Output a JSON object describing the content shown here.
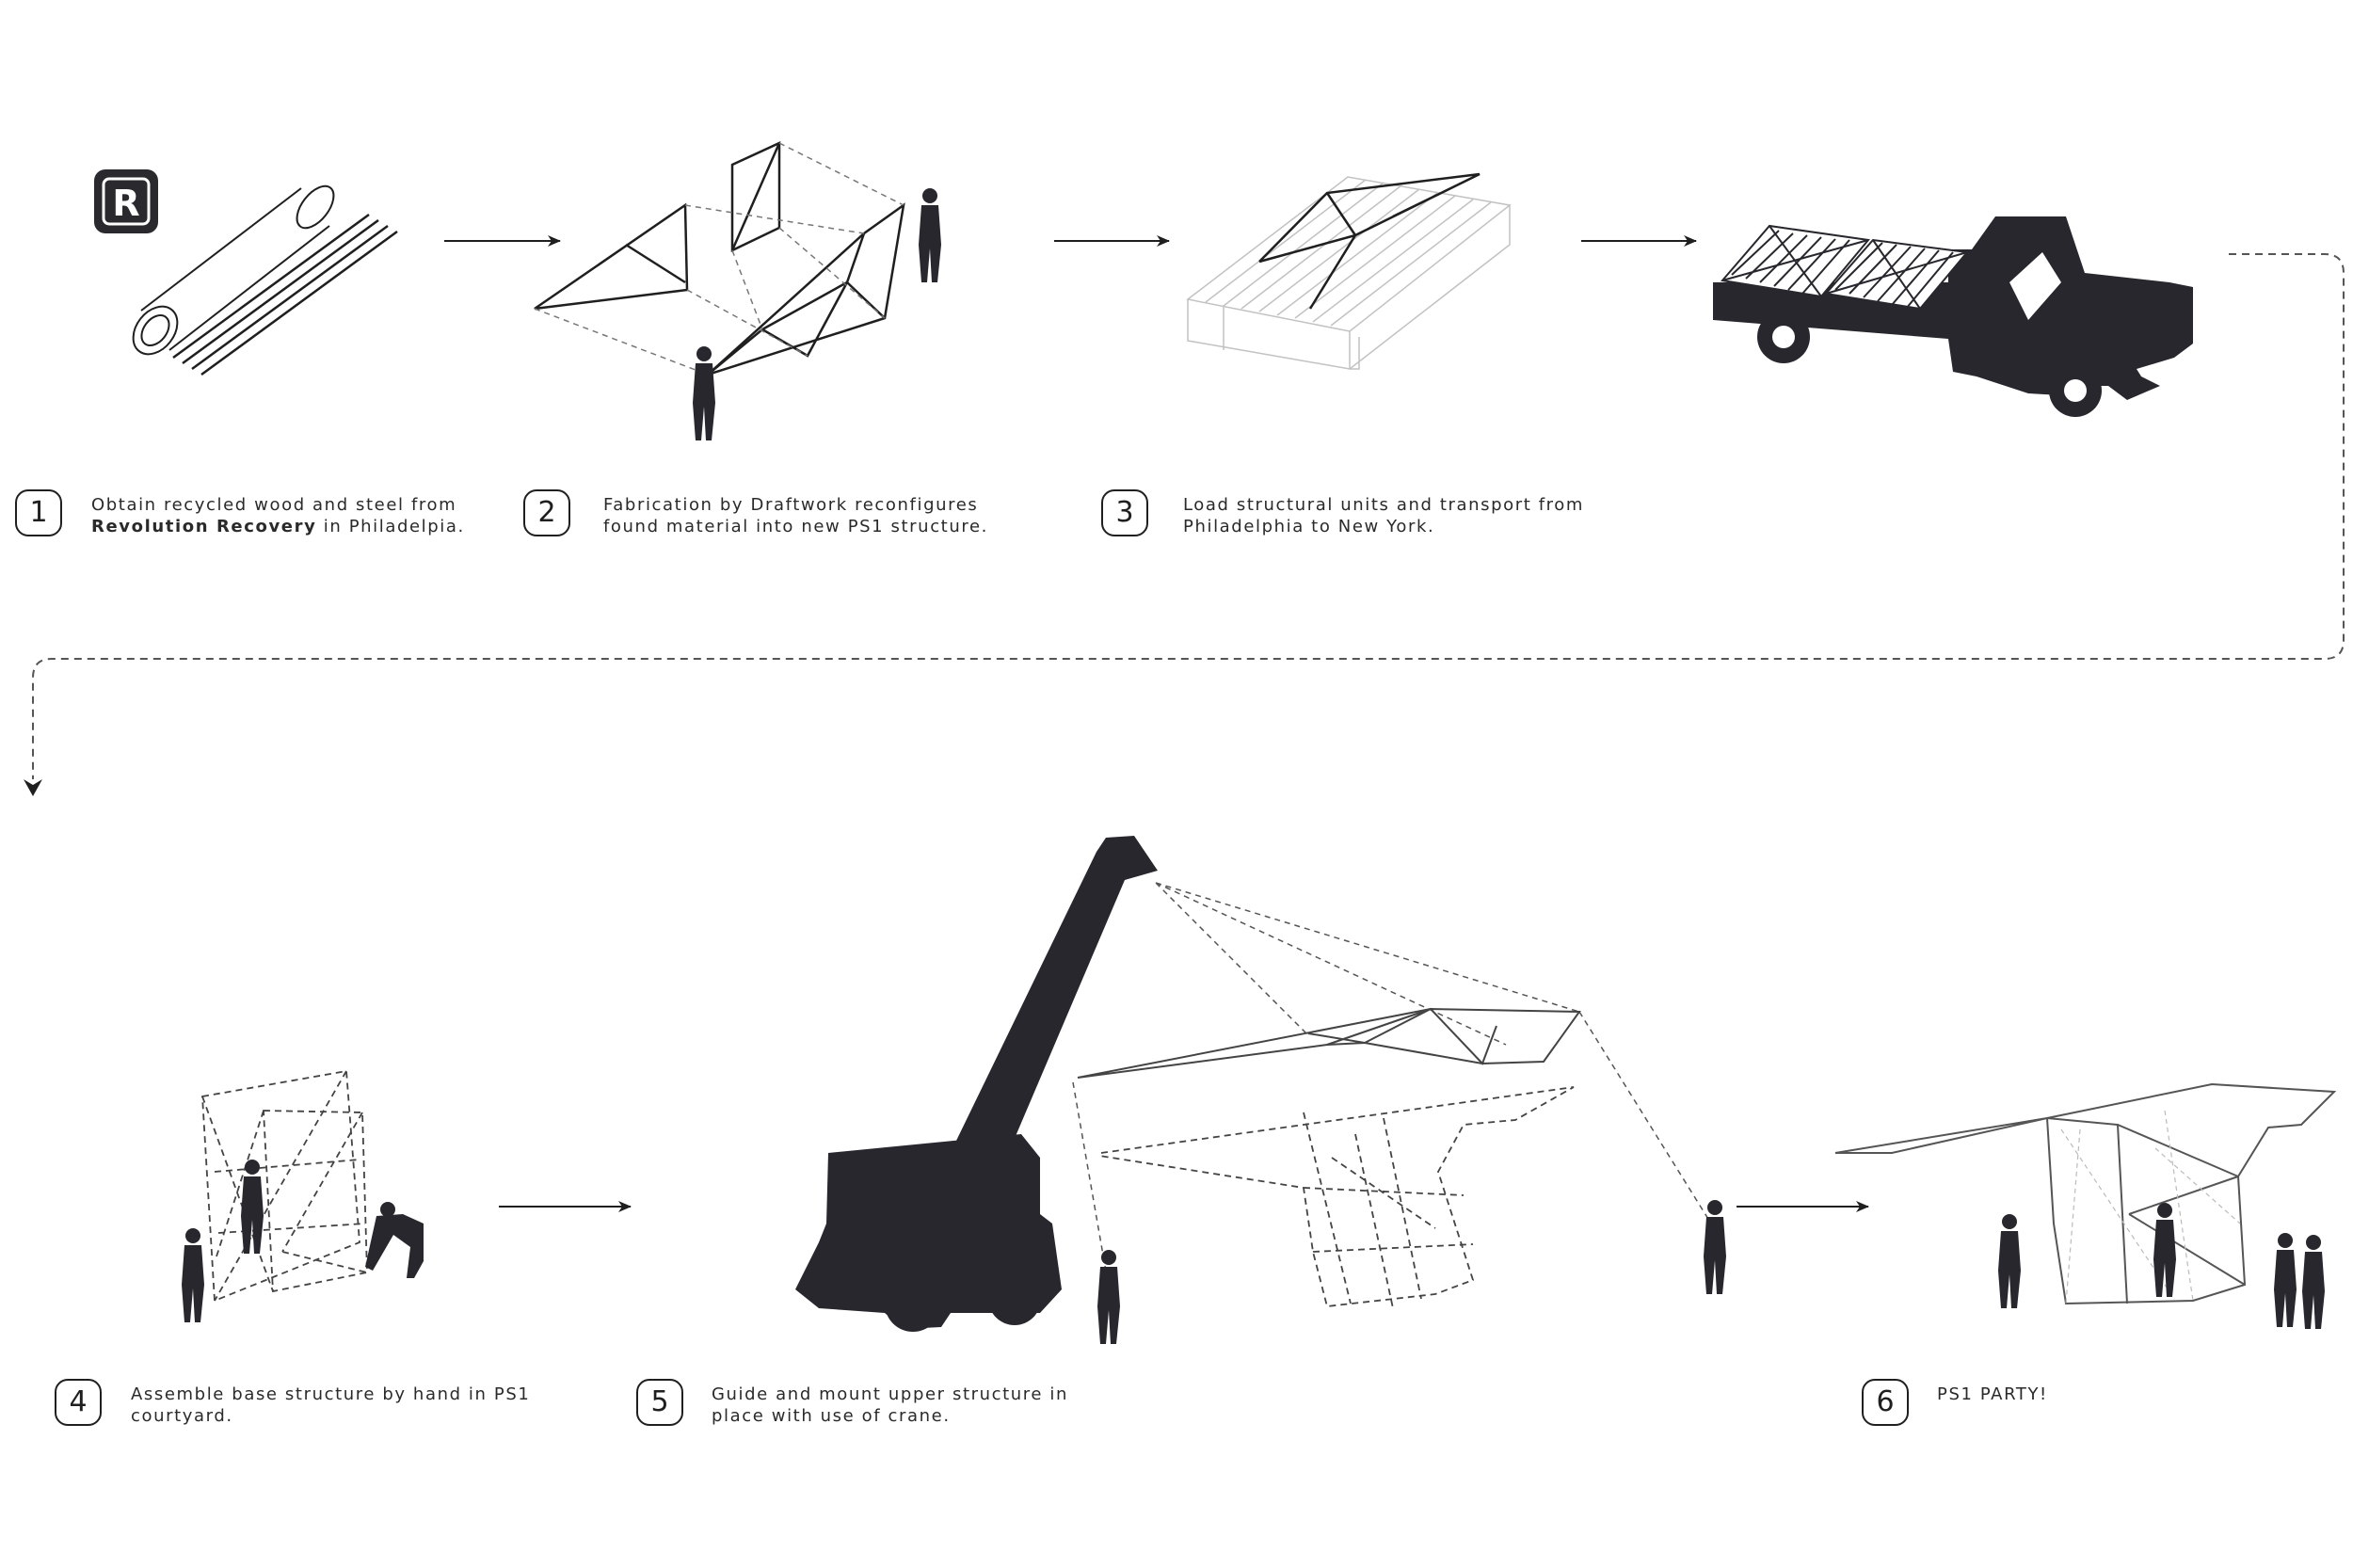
{
  "colors": {
    "ink": "#1f1f1f",
    "silhouette": "#27272d",
    "dash": "#555555",
    "light": "#bbbbbb"
  },
  "logo": {
    "letter": "R"
  },
  "steps": [
    {
      "num": "1",
      "line1": "Obtain recycled wood and steel from",
      "line2_bold": "Revolution Recovery",
      "line2_rest": " in Philadelpia."
    },
    {
      "num": "2",
      "line1": "Fabrication by Draftwork reconfigures",
      "line2": "found material into new PS1 structure."
    },
    {
      "num": "3",
      "line1": "Load structural units and transport from",
      "line2": "Philadelphia to New York."
    },
    {
      "num": "4",
      "line1": "Assemble base structure by hand in PS1",
      "line2": "courtyard."
    },
    {
      "num": "5",
      "line1": "Guide and mount upper structure in",
      "line2": "place with use of crane."
    },
    {
      "num": "6",
      "line1": "PS1 PARTY!"
    }
  ]
}
